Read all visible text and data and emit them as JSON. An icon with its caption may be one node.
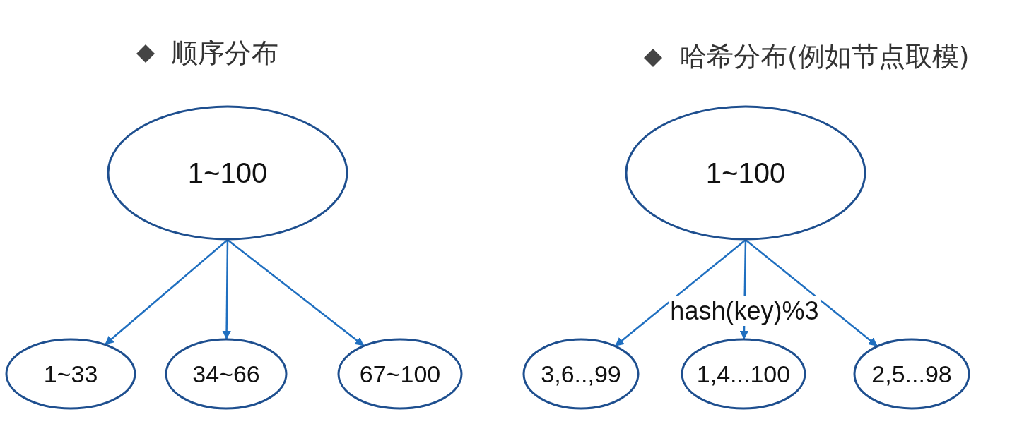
{
  "diagram": {
    "nodes": [
      {
        "text": [
          "1~100"
        ]
      },
      {
        "text": [
          "1~33"
        ]
      },
      {
        "text": [
          "34~66"
        ]
      },
      {
        "text": [
          "67~100"
        ]
      },
      {
        "text": [
          "1~100"
        ]
      },
      {
        "text": [
          "3,6..,99"
        ]
      },
      {
        "text": [
          "1,4...100"
        ]
      },
      {
        "text": [
          "2,5...98"
        ]
      }
    ],
    "edges": [
      {
        "from": 0,
        "to": 1,
        "arrow": "to"
      },
      {
        "from": 0,
        "to": 2,
        "arrow": "to"
      },
      {
        "from": 0,
        "to": 3,
        "arrow": "to"
      },
      {
        "from": 4,
        "to": 5,
        "arrow": "to"
      },
      {
        "from": 4,
        "to": 6,
        "arrow": "to",
        "label": "hash(key)%3"
      },
      {
        "from": 4,
        "to": 7,
        "arrow": "to"
      }
    ],
    "labels": [
      "顺序分布",
      "哈希分布(例如节点取模)"
    ]
  }
}
